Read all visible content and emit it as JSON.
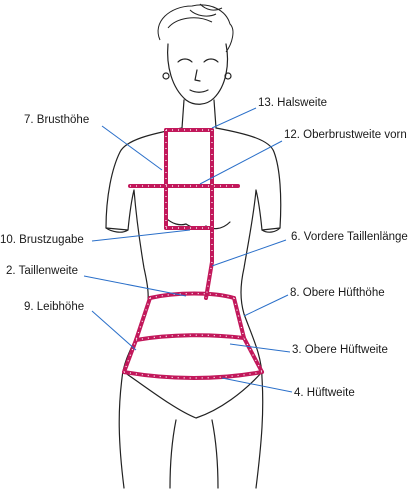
{
  "colors": {
    "tape": "#c2185b",
    "leader": "#2a6fc9",
    "outline": "#222222"
  },
  "labels": {
    "halsweite": "13. Halsweite",
    "brusthoehe": "7. Brusthöhe",
    "oberbrustweite": "12. Oberbrustweite vorn",
    "brustzugabe": "10. Brustzugabe",
    "vordere_taillenlaenge": "6. Vordere Taillenlänge",
    "taillenweite": "2. Taillenweite",
    "obere_hueftheohe": "8. Obere Hüfthöhe",
    "leibhoehe": "9. Leibhöhe",
    "obere_hueftweite": "3. Obere Hüftweite",
    "hueftweite": "4. Hüftweite"
  }
}
